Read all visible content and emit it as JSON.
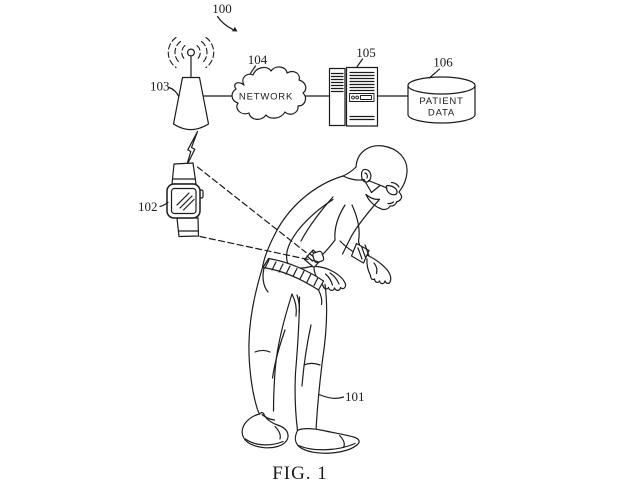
{
  "figure": {
    "caption": "FIG. 1",
    "reference_labels": {
      "system": "100",
      "patient": "101",
      "wearable": "102",
      "beacon": "103",
      "network": "104",
      "server": "105",
      "database": "106"
    },
    "nodes": {
      "network_label": "NETWORK",
      "database_label_line1": "PATIENT",
      "database_label_line2": "DATA"
    },
    "colors": {
      "ink": "#1c1c1c",
      "background": "#ffffff"
    }
  }
}
